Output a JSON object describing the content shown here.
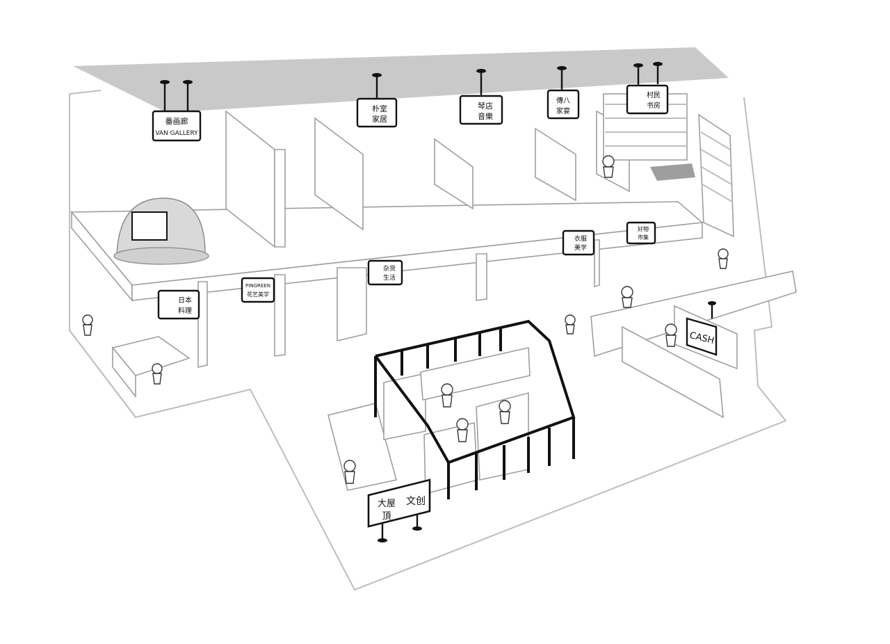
{
  "signs": {
    "gallery": {
      "line1": "番画廊",
      "line2": "VAN GALLERY"
    },
    "furniture": {
      "line1": "朴室",
      "line2": "家居"
    },
    "music": {
      "line1": "琴店",
      "line2": "音樂"
    },
    "guesthouse": {
      "line1": "傳八",
      "line2": "家宴"
    },
    "bookstore": {
      "line1": "村民",
      "line2": "书房"
    },
    "restaurant": {
      "line1": "日本",
      "line2": "料理"
    },
    "plants": {
      "line1": "PINGREEN",
      "line2": "花艺美学"
    },
    "clothing": {
      "line1": "衣服",
      "line2": "美学"
    },
    "lifestyle": {
      "line1": "杂货",
      "line2": "生活"
    },
    "shop": {
      "line1": "好物",
      "line2": "市集"
    },
    "cash": {
      "label": "CASH"
    },
    "market": {
      "line1": "大屋",
      "line2": "頂",
      "line3": "文创"
    }
  },
  "colors": {
    "roof": "#c9c9c9",
    "lines": "#bdbdbd",
    "ink": "#111111"
  }
}
